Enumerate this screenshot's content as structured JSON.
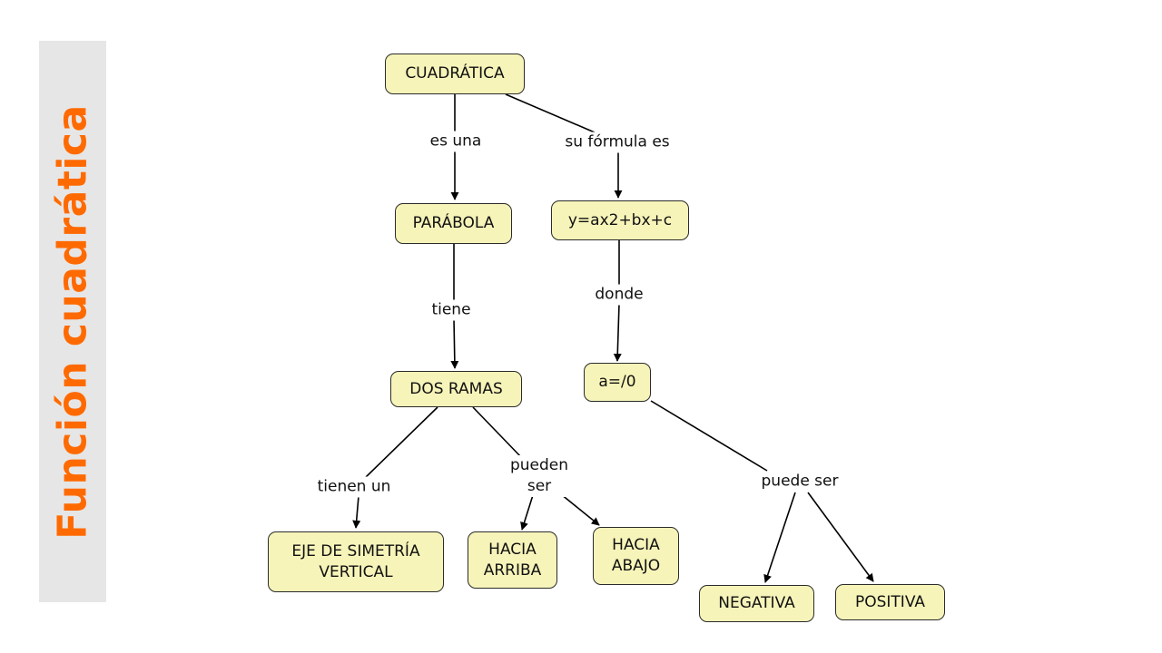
{
  "title": "Función cuadrática",
  "nodes": {
    "cuadratica": "CUADRÁTICA",
    "parabola": "PARÁBOLA",
    "formula": "y=ax2+bx+c",
    "dos_ramas": "DOS RAMAS",
    "a_neq_0": "a=/0",
    "eje": "EJE DE SIMETRÍA\nVERTICAL",
    "arriba": "HACIA\nARRIBA",
    "abajo": "HACIA\nABAJO",
    "negativa": "NEGATIVA",
    "positiva": "POSITIVA"
  },
  "links": {
    "es_una": "es una",
    "su_formula_es": "su fórmula es",
    "tiene": "tiene",
    "donde": "donde",
    "tienen_un": "tienen un",
    "pueden_ser": "pueden\nser",
    "puede_ser": "puede ser"
  },
  "colors": {
    "accent": "#ff6a00",
    "node_fill": "#f6f4b9",
    "node_border": "#2b2b2b",
    "sidebar": "#e6e6e6"
  }
}
